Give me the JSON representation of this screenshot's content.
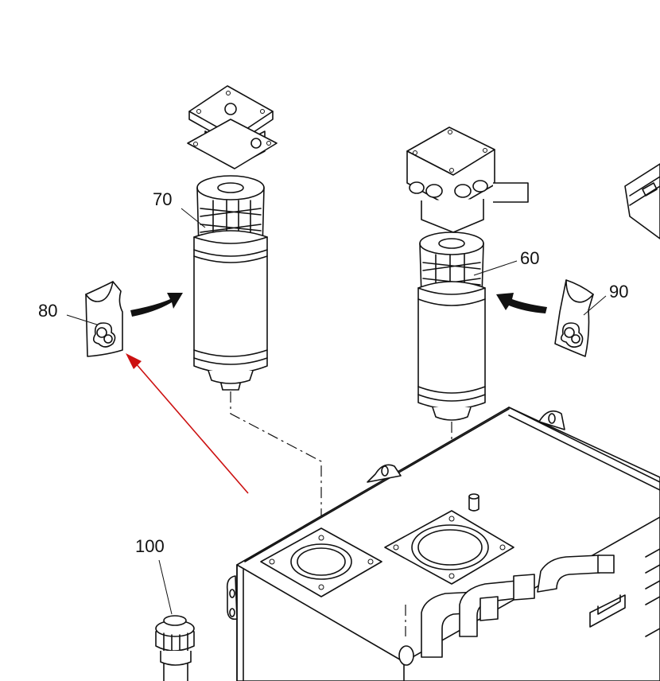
{
  "diagram": {
    "callouts": [
      {
        "id": "filter-70",
        "label": "70"
      },
      {
        "id": "filter-60",
        "label": "60"
      },
      {
        "id": "filter-bag-80",
        "label": "80"
      },
      {
        "id": "filter-bag-90",
        "label": "90"
      },
      {
        "id": "filler-cap-100",
        "label": "100"
      }
    ],
    "colors": {
      "line": "#111111",
      "annotation_arrow": "#cc1111",
      "background": "#ffffff"
    }
  }
}
